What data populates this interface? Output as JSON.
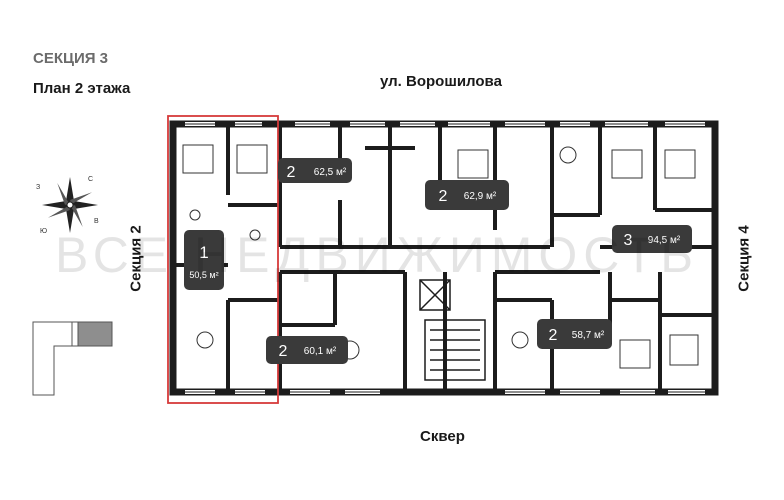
{
  "header": {
    "section": "СЕКЦИЯ 3",
    "floor_plan": "План 2 этажа"
  },
  "streets": {
    "top": "ул. Ворошилова",
    "bottom": "Сквер"
  },
  "neighbors": {
    "left": "Секция 2",
    "right": "Секция 4"
  },
  "compass": {
    "labels": [
      "З",
      "С",
      "В",
      "Ю"
    ]
  },
  "watermark": "ВСЕ НЕДВИЖИМОСТЬ",
  "apartments": [
    {
      "rooms": "1",
      "area": "50,5 м²",
      "highlighted": true
    },
    {
      "rooms": "2",
      "area": "62,5 м²",
      "highlighted": false
    },
    {
      "rooms": "2",
      "area": "62,9 м²",
      "highlighted": false
    },
    {
      "rooms": "3",
      "area": "94,5 м²",
      "highlighted": false
    },
    {
      "rooms": "2",
      "area": "58,7 м²",
      "highlighted": false
    },
    {
      "rooms": "2",
      "area": "60,1 м²",
      "highlighted": false
    }
  ],
  "colors": {
    "wall": "#1c1c1c",
    "badge": "#3a3a3a",
    "highlight": "#d63a3a",
    "minimap_active": "#8e8e8e"
  }
}
